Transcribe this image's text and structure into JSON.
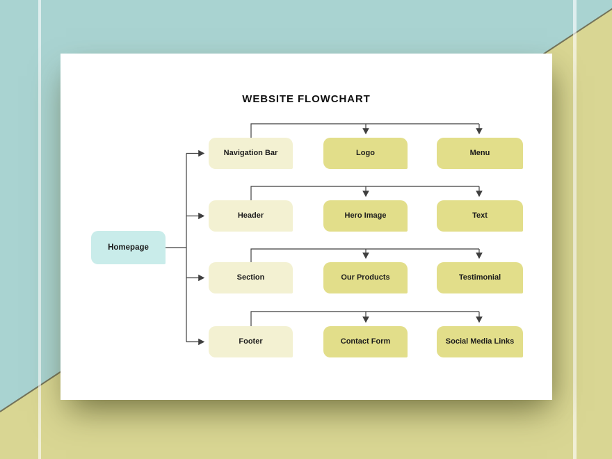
{
  "title": "WEBSITE FLOWCHART",
  "root": {
    "label": "Homepage"
  },
  "rows": [
    {
      "primary": "Navigation Bar",
      "children": [
        "Logo",
        "Menu"
      ]
    },
    {
      "primary": "Header",
      "children": [
        "Hero Image",
        "Text"
      ]
    },
    {
      "primary": "Section",
      "children": [
        "Our Products",
        "Testimonial"
      ]
    },
    {
      "primary": "Footer",
      "children": [
        "Contact Form",
        "Social Media Links"
      ]
    }
  ],
  "colors": {
    "background_teal": "#a9d3d1",
    "background_yellow": "#d9d693",
    "diagonal_edge": "#73735a",
    "card": "#ffffff",
    "node_primary": "#f3f1d2",
    "node_accent": "#e2de8a",
    "node_root": "#c9ecea",
    "connector": "#3f3f3f",
    "text": "#1c1c1c"
  }
}
